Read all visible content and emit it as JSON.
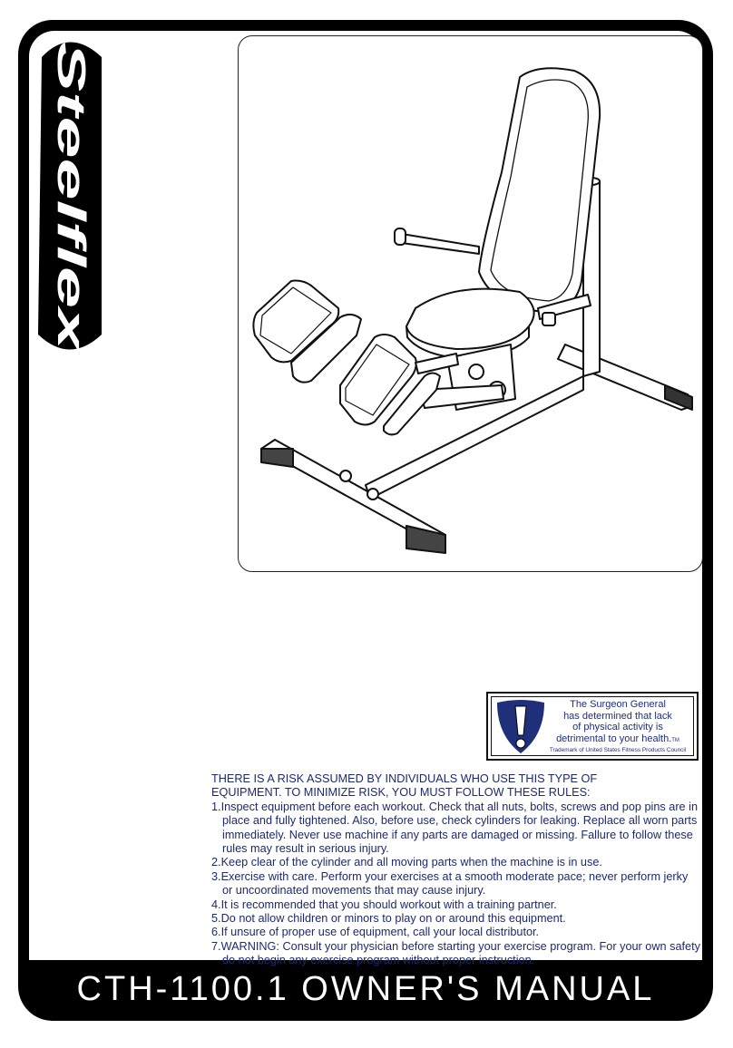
{
  "brand": {
    "logo_text": "Steelflex"
  },
  "warning_badge": {
    "line1": "The Surgeon General",
    "line2": "has determined that lack",
    "line3": "of physical activity is",
    "line4": "detrimental to your health.",
    "tm": "TM",
    "trademark_note": "Trademark of United States Fitness Products Council",
    "icon": "exclamation-shield-icon"
  },
  "rules": {
    "intro_line1": "THERE IS A RISK ASSUMED BY INDIVIDUALS WHO USE THIS TYPE OF",
    "intro_line2": "EQUIPMENT. TO MINIMIZE RISK, YOU MUST FOLLOW THESE RULES:",
    "items": [
      "1.Inspect equipment before each workout. Check that all nuts, bolts, screws and pop pins are in place and fully tightened. Also, before use, check cylinders for leaking. Replace all worn parts immediately. Never use machine if any parts are damaged or missing. Fallure to follow these rules may result in serious injury.",
      "2.Keep clear of the cylinder and all moving parts when the machine is in use.",
      "3.Exercise with care. Perform your exercises at a smooth moderate pace; never perform jerky or uncoordinated movements that may cause injury.",
      "4.It is recommended that you should workout with a training partner.",
      "5.Do not allow children or minors to play on or around this equipment.",
      "6.If unsure of proper use of equipment, call your local distributor.",
      "7.WARNING: Consult your physician before starting your exercise program. For your own safety do not begin any exercise program without proper instruction."
    ]
  },
  "footer": {
    "title": "CTH-1100.1 OWNER'S MANUAL"
  }
}
